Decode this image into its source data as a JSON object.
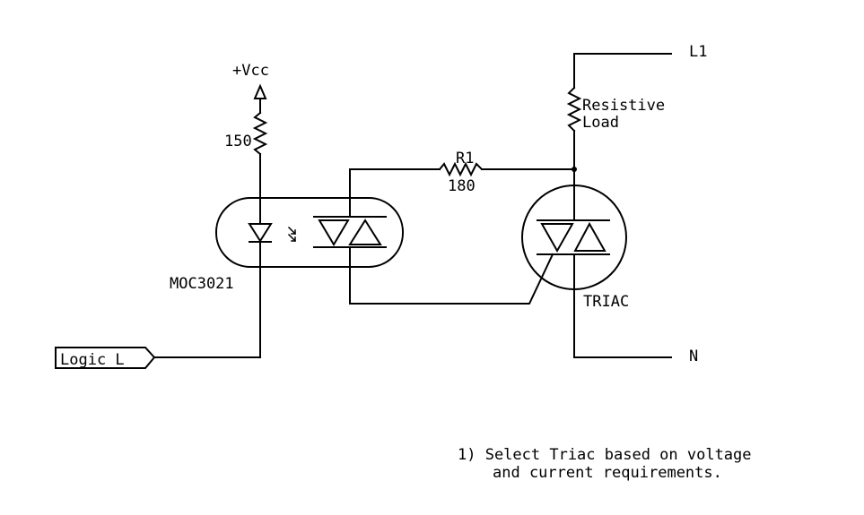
{
  "labels": {
    "vcc": "+Vcc",
    "r_vcc_value": "150",
    "r1_name": "R1",
    "r1_value": "180",
    "load_line1": "Resistive",
    "load_line2": "Load",
    "l1": "L1",
    "n": "N",
    "triac": "TRIAC",
    "optocoupler": "MOC3021",
    "logic_input": "Logic L"
  },
  "note": {
    "line1": "1) Select Triac based on voltage",
    "line2": "and current requirements."
  },
  "colors": {
    "stroke": "#000000",
    "background": "#ffffff"
  }
}
